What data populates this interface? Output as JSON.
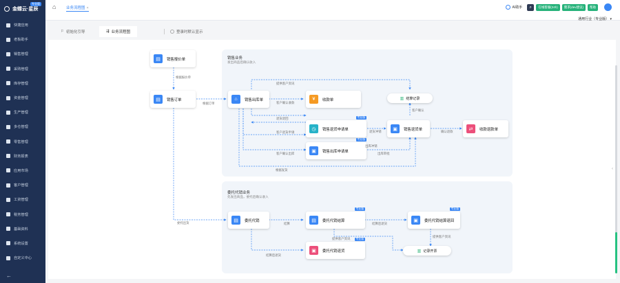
{
  "app": {
    "brand": "金蝶云·星辰",
    "brand_tag": "专业版"
  },
  "sidebar": {
    "items": [
      {
        "label": "快捷应用",
        "icon": "grid-icon"
      },
      {
        "label": "老板助手",
        "icon": "doc-icon"
      },
      {
        "label": "销售管理",
        "icon": "cart-icon"
      },
      {
        "label": "采购管理",
        "icon": "package-icon"
      },
      {
        "label": "库存管理",
        "icon": "warehouse-icon"
      },
      {
        "label": "资金管理",
        "icon": "money-icon"
      },
      {
        "label": "生产管理",
        "icon": "factory-icon"
      },
      {
        "label": "多仓管理",
        "icon": "warehouses-icon"
      },
      {
        "label": "零售管理",
        "icon": "store-icon"
      },
      {
        "label": "财务报表",
        "icon": "report-icon"
      },
      {
        "label": "应用市场",
        "icon": "apps-icon"
      },
      {
        "label": "客户管理",
        "icon": "user-icon"
      },
      {
        "label": "工资管理",
        "icon": "salary-icon"
      },
      {
        "label": "税务管理",
        "icon": "tax-icon"
      },
      {
        "label": "基础资料",
        "icon": "data-icon"
      },
      {
        "label": "系统设置",
        "icon": "gear-icon"
      },
      {
        "label": "自定义中心",
        "icon": "tools-icon"
      }
    ],
    "collapse_icon": "arrow-left-icon"
  },
  "topbar": {
    "breadcrumb": "业务流程图",
    "breadcrumb_close": "×",
    "ai_label": "AI助手",
    "btn_service": "在线客服(24h)",
    "btn_demand": "需求(dev建议)",
    "btn_help": "帮助",
    "industry": "通用行业（专业版）"
  },
  "tabs": [
    {
      "label": "初始化引导",
      "active": false
    },
    {
      "label": "业务流程图",
      "active": true
    }
  ],
  "toggle_label": "登录时默认显示",
  "flow": {
    "groups": [
      {
        "title": "销售业务",
        "subtitle": "发出商品后确认收入"
      },
      {
        "title": "委托代销业务",
        "subtitle": "先发出商品，委托后确认收入"
      }
    ],
    "nodes": [
      {
        "id": "quote",
        "label": "销售报价单",
        "color": "#3a87f5"
      },
      {
        "id": "order",
        "label": "销售订单",
        "color": "#3a87f5"
      },
      {
        "id": "outbound",
        "label": "销售出库单",
        "color": "#3a87f5"
      },
      {
        "id": "receipt",
        "label": "收款单",
        "color": "#f59a23"
      },
      {
        "id": "settle_record",
        "label": "结算记录",
        "type": "pill"
      },
      {
        "id": "return_confirm",
        "label": "销售退货申请单",
        "color": "#26b2c8",
        "badge": "专业版"
      },
      {
        "id": "return",
        "label": "销售退货单",
        "color": "#3a87f5"
      },
      {
        "id": "refund",
        "label": "收款退款单",
        "color": "#ec4f7a"
      },
      {
        "id": "outbound_confirm",
        "label": "销售出库申请单",
        "color": "#3a87f5",
        "badge": "专业版"
      },
      {
        "id": "consign",
        "label": "委托代销",
        "color": "#3a87f5"
      },
      {
        "id": "consign_settle",
        "label": "委托代销结算",
        "color": "#3a87f5",
        "badge": "专业版"
      },
      {
        "id": "consign_settle_return",
        "label": "委托代销结算退回",
        "color": "#3a87f5",
        "badge": "专业版"
      },
      {
        "id": "consign_return",
        "label": "委托代销退货",
        "color": "#ec4f7a",
        "badge": "专业版"
      },
      {
        "id": "record_invoice",
        "label": "记录开票",
        "type": "pill"
      }
    ],
    "edge_labels": [
      "根据报价单",
      "根据订单",
      "提供客户资讯",
      "客户确认收款",
      "客户确认",
      "退货退回",
      "客户退货申请",
      "退货冲销",
      "确认退款",
      "根据发货",
      "客户确认出库",
      "出库审批",
      "出库冲销",
      "委托出货",
      "结算",
      "结算后退货",
      "提供客户资讯",
      "结算后退货",
      "提供客户资讯"
    ]
  }
}
